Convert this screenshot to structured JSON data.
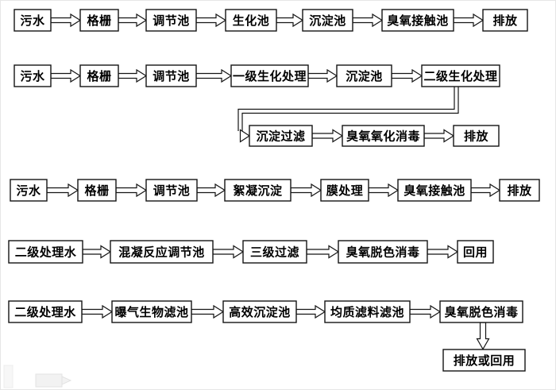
{
  "colors": {
    "background": "#ffffff",
    "box_border": "#141414",
    "box_fill": "#ffffff",
    "text": "#000000",
    "arrow_fill": "#ffffff"
  },
  "flows": [
    {
      "steps": [
        "污水",
        "格栅",
        "调节池",
        "生化池",
        "沉淀池",
        "臭氧接触池",
        "排放"
      ]
    },
    {
      "steps": [
        "污水",
        "格栅",
        "调节池",
        "一级生化处理",
        "沉淀池",
        "二级生化处理",
        "沉淀过滤",
        "臭氧氧化消毒",
        "排放"
      ]
    },
    {
      "steps": [
        "污水",
        "格栅",
        "调节池",
        "絮凝沉淀",
        "膜处理",
        "臭氧接触池",
        "排放"
      ]
    },
    {
      "steps": [
        "二级处理水",
        "混凝反应调节池",
        "三级过滤",
        "臭氧脱色消毒",
        "回用"
      ]
    },
    {
      "steps": [
        "二级处理水",
        "曝气生物滤池",
        "高效沉淀池",
        "均质滤料滤池",
        "臭氧脱色消毒",
        "排放或回用"
      ]
    }
  ],
  "watermark": {
    "icon": "ghost-box-arrow"
  }
}
